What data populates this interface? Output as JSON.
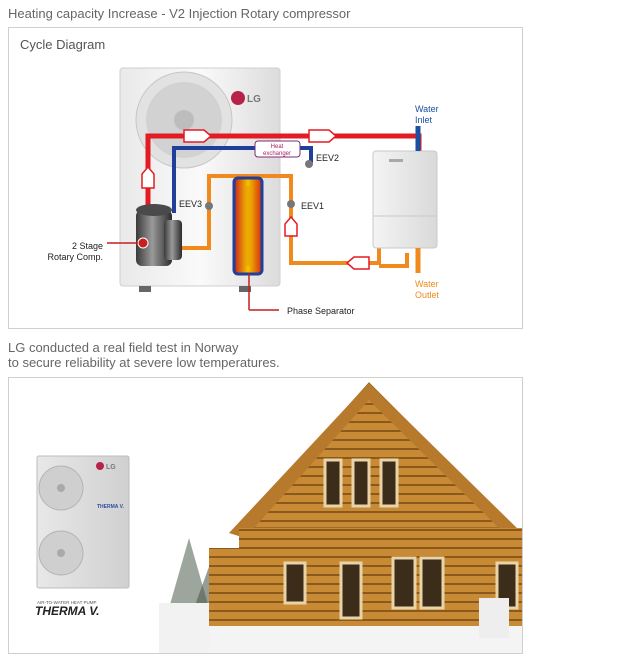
{
  "heading": "Heating capacity Increase - V2 Injection Rotary compressor",
  "cycle": {
    "title": "Cycle Diagram",
    "labels": {
      "water_inlet_1": "Water",
      "water_inlet_2": "Inlet",
      "water_outlet_1": "Water",
      "water_outlet_2": "Outlet",
      "heat_exchanger_1": "Heat",
      "heat_exchanger_2": "exchanger",
      "eev1": "EEV1",
      "eev2": "EEV2",
      "eev3": "EEV3",
      "compressor_1": "2 Stage",
      "compressor_2": "Rotary Comp.",
      "phase_separator": "Phase Separator",
      "unit_logo": "LG"
    },
    "colors": {
      "hot_line": "#e31b23",
      "cold_line": "#1f3f9a",
      "mid_line": "#f08a1c",
      "water_inlet_label": "#1d4fa0",
      "water_outlet_label": "#f08a1c"
    }
  },
  "caption": {
    "line1": "LG conducted a real field test in Norway",
    "line2": "to secure reliability at severe low temperatures."
  },
  "photo": {
    "unit_logo": "LG",
    "unit_badge": "THERMA V.",
    "brand_small": "AIR-TO-WATER HEAT PUMP",
    "brand": "THERMA V."
  }
}
